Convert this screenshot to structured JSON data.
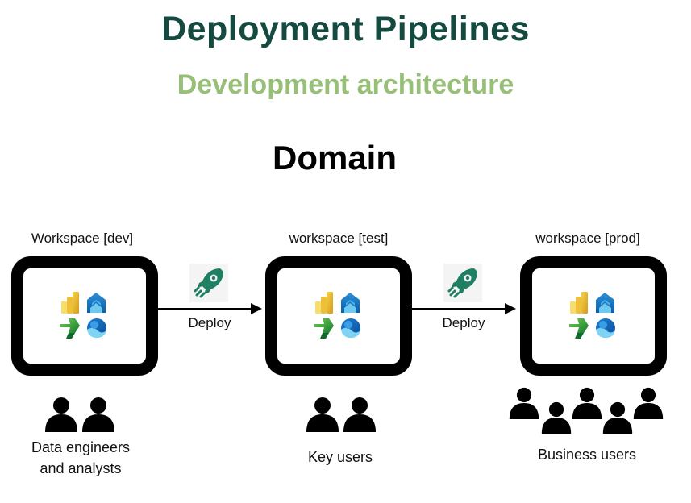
{
  "header": {
    "title": "Deployment Pipelines",
    "subtitle": "Development architecture",
    "domain_label": "Domain"
  },
  "colors": {
    "title": "#154a40",
    "subtitle": "#97bf78",
    "rocket": "#1e7f63",
    "box_border": "#000000"
  },
  "workspaces": [
    {
      "label": "Workspace [dev]",
      "icons": [
        "power-bi-icon",
        "fabric-home-icon",
        "data-factory-icon",
        "synapse-icon"
      ]
    },
    {
      "label": "workspace [test]",
      "icons": [
        "power-bi-icon",
        "fabric-home-icon",
        "data-factory-icon",
        "synapse-icon"
      ]
    },
    {
      "label": "workspace [prod]",
      "icons": [
        "power-bi-icon",
        "fabric-home-icon",
        "data-factory-icon",
        "synapse-icon"
      ]
    }
  ],
  "deploy_steps": [
    {
      "label": "Deploy",
      "icon": "rocket-icon"
    },
    {
      "label": "Deploy",
      "icon": "rocket-icon"
    }
  ],
  "user_groups": [
    {
      "line1": "Data engineers",
      "line2": "and analysts",
      "count": 2
    },
    {
      "line1": "Key users",
      "count": 2
    },
    {
      "line1": "Business users",
      "count": 5
    }
  ]
}
